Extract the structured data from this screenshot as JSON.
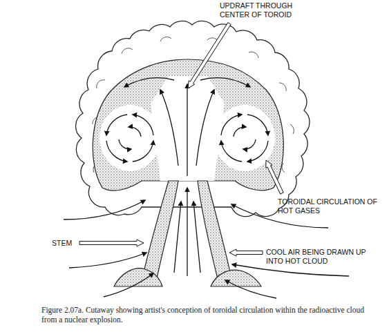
{
  "diagram": {
    "caption": "Figure 2.07a.  Cutaway showing artist's conception of toroidal circulation within the radioactive cloud from a nuclear explosion.",
    "labels": [
      "UPDRAFT THROUGH CENTER OF TOROID",
      "TOROIDAL CIRCULATION OF HOT GASES",
      "STEM",
      "COOL AIR BEING DRAWN UP INTO HOT CLOUD"
    ]
  }
}
